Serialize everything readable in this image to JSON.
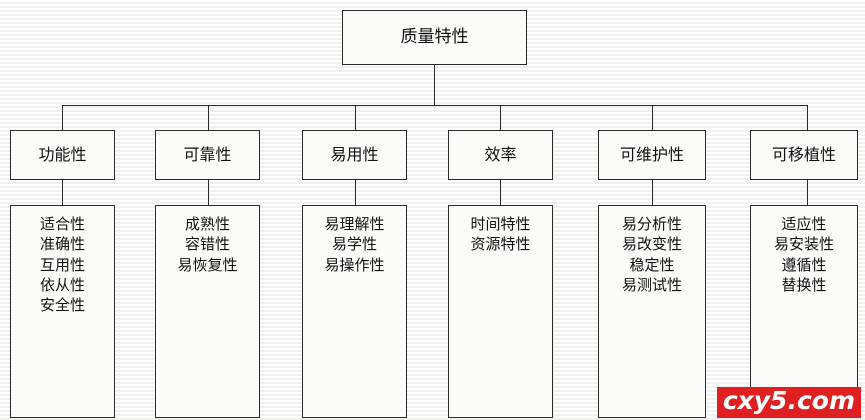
{
  "diagram": {
    "type": "tree",
    "root": {
      "label": "质量特性"
    },
    "categories": [
      {
        "label": "功能性",
        "items": "适合性\n准确性\n互用性\n依从性\n安全性"
      },
      {
        "label": "可靠性",
        "items": "成熟性\n容错性\n易恢复性"
      },
      {
        "label": "易用性",
        "items": "易理解性\n易学性\n易操作性"
      },
      {
        "label": "效率",
        "items": "时间特性\n资源特性"
      },
      {
        "label": "可维护性",
        "items": "易分析性\n易改变性\n稳定性\n易测试性"
      },
      {
        "label": "可移植性",
        "items": "适应性\n易安装性\n遵循性\n替换性"
      }
    ]
  },
  "watermark": {
    "text": "cxy5.com",
    "color": "#e02020"
  }
}
